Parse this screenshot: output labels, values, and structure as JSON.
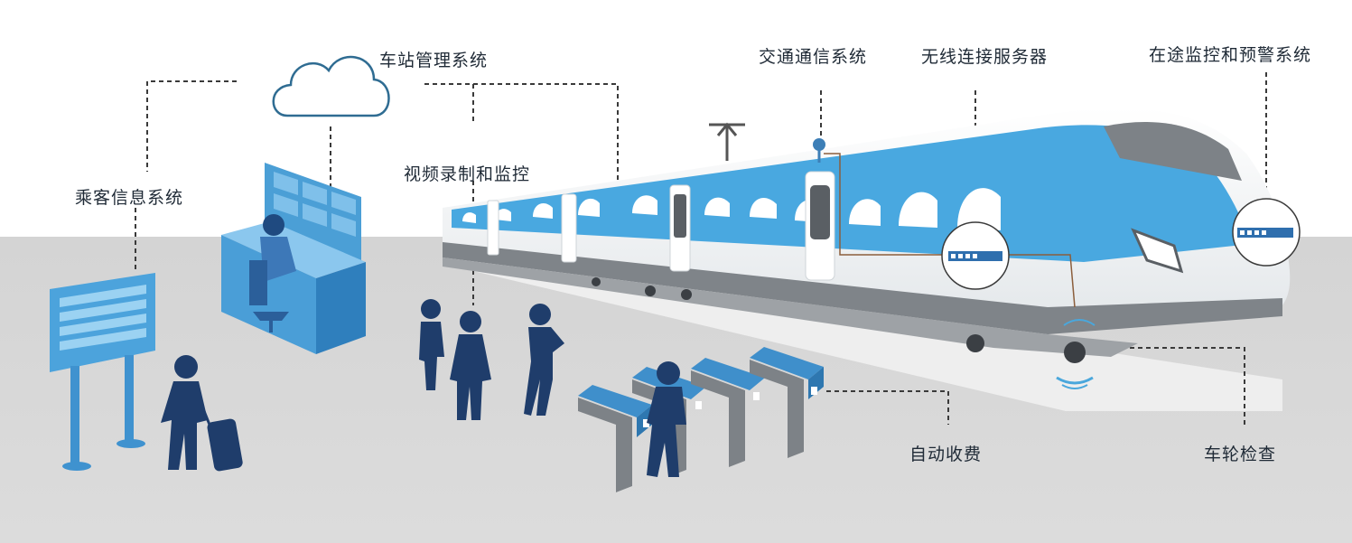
{
  "labels": {
    "station_management": "车站管理系统",
    "passenger_info": "乘客信息系统",
    "video_monitoring": "视频录制和监控",
    "traffic_communication": "交通通信系统",
    "wireless_server": "无线连接服务器",
    "onroute_monitoring": "在途监控和预警系统",
    "auto_fare": "自动收费",
    "wheel_inspection": "车轮检查"
  },
  "colors": {
    "accent_blue": "#4aa7dc",
    "dark_blue": "#1f3d6b",
    "mid_blue": "#3d8fc7",
    "ground": "#d8d8d8",
    "sky": "#ffffff",
    "train_white": "#f4f6f8",
    "train_grey": "#8e9297"
  },
  "icons": [
    "cloud-icon",
    "control-desk-icon",
    "info-board-icon",
    "passenger-icon",
    "gate-icon",
    "train-icon"
  ]
}
